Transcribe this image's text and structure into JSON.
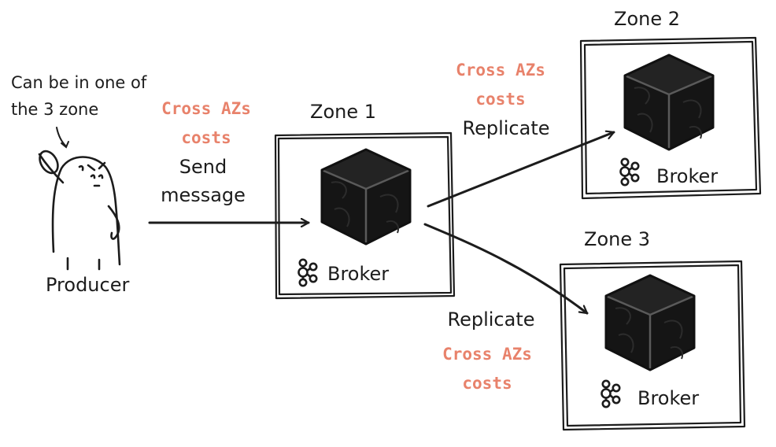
{
  "colors": {
    "ink": "#1c1c1c",
    "cost": "#e8826b",
    "cube": "#151515"
  },
  "producer": {
    "note_line1": "Can be in one of",
    "note_line2": "the 3 zone",
    "label": "Producer"
  },
  "send_edge": {
    "cost_line1": "Cross AZs",
    "cost_line2": "costs",
    "action_line1": "Send",
    "action_line2": "message"
  },
  "replicate_top": {
    "cost_line1": "Cross AZs",
    "cost_line2": "costs",
    "action": "Replicate"
  },
  "replicate_bottom": {
    "action": "Replicate",
    "cost_line1": "Cross AZs",
    "cost_line2": "costs"
  },
  "zones": [
    {
      "title": "Zone 1",
      "broker_label": "Broker",
      "broker_icon": "kafka-icon"
    },
    {
      "title": "Zone 2",
      "broker_label": "Broker",
      "broker_icon": "kafka-icon"
    },
    {
      "title": "Zone 3",
      "broker_label": "Broker",
      "broker_icon": "kafka-icon"
    }
  ]
}
